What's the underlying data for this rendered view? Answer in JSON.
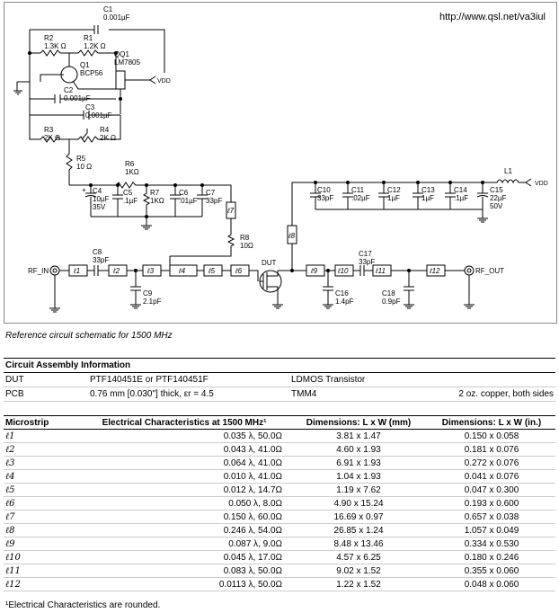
{
  "url": "http://www.qsl.net/va3iul",
  "caption": "Reference circuit schematic for 1500 MHz",
  "schematic": {
    "c1": [
      "C1",
      "0.001µF"
    ],
    "r2": [
      "R2",
      "1.3K Ω"
    ],
    "r1": [
      "R1",
      "1.2K Ω"
    ],
    "qq1": [
      "QQ1",
      "LM7805"
    ],
    "q1": [
      "Q1",
      "BCP56"
    ],
    "c2": [
      "C2",
      "0.001µF"
    ],
    "vdd1": "VDD",
    "c3": [
      "C3",
      "0.001µF"
    ],
    "r3": [
      "R3",
      "2K Ω"
    ],
    "r4": [
      "R4",
      "2K Ω"
    ],
    "r5": [
      "R5",
      "10 Ω"
    ],
    "r6": [
      "R6",
      "1KΩ"
    ],
    "c4": [
      "C4",
      "10µF",
      "35V"
    ],
    "c5": [
      "C5",
      ".1µF"
    ],
    "r7": [
      "R7",
      "1KΩ"
    ],
    "c6": [
      "C6",
      ".01µF"
    ],
    "c7": [
      "C7",
      "33pF"
    ],
    "l7": "ℓ7",
    "r8": [
      "R8",
      "10Ω"
    ],
    "c10": [
      "C10",
      "33pF"
    ],
    "c11": [
      "C11",
      ".02µF"
    ],
    "c12": [
      "C12",
      "1µF"
    ],
    "c13": [
      "C13",
      "1µF"
    ],
    "c14": [
      "C14",
      ".1µF"
    ],
    "c15": [
      "C15",
      "22µF",
      "50V"
    ],
    "l1": "L1",
    "vdd2": "VDD",
    "l8": "ℓ8",
    "rf_in": "RF_IN",
    "rf_out": "RF_OUT",
    "c8": [
      "C8",
      "33pF"
    ],
    "c9": [
      "C9",
      "2.1pF"
    ],
    "dut": "DUT",
    "c17": [
      "C17",
      "33pF"
    ],
    "c16": [
      "C16",
      "1.4pF"
    ],
    "c18": [
      "C18",
      "0.9pF"
    ],
    "lines": [
      "ℓ1",
      "ℓ2",
      "ℓ3",
      "ℓ4",
      "ℓ5",
      "ℓ6",
      "ℓ9",
      "ℓ10",
      "ℓ11",
      "ℓ12"
    ]
  },
  "assembly": {
    "title": "Circuit Assembly Information",
    "rows": [
      [
        "DUT",
        "PTF140451E or PTF140451F",
        "LDMOS Transistor",
        ""
      ],
      [
        "PCB",
        "0.76 mm [0.030\"] thick, εr = 4.5",
        "TMM4",
        "2 oz. copper, both sides"
      ]
    ]
  },
  "microstrip": {
    "headers": [
      "Microstrip",
      "Electrical Characteristics at 1500 MHz¹",
      "Dimensions: L x W (mm)",
      "Dimensions: L x W (in.)"
    ],
    "rows": [
      [
        "ℓ1",
        "0.035 λ, 50.0Ω",
        "3.81 x 1.47",
        "0.150 x 0.058"
      ],
      [
        "ℓ2",
        "0.043 λ, 41.0Ω",
        "4.60 x 1.93",
        "0.181 x 0.076"
      ],
      [
        "ℓ3",
        "0.064 λ, 41.0Ω",
        "6.91 x 1.93",
        "0.272 x 0.076"
      ],
      [
        "ℓ4",
        "0.010 λ, 41.0Ω",
        "1.04 x 1.93",
        "0.041 x 0.076"
      ],
      [
        "ℓ5",
        "0.012 λ, 14.7Ω",
        "1.19 x 7.62",
        "0.047 x 0.300"
      ],
      [
        "ℓ6",
        "0.050 λ, 8.0Ω",
        "4.90 x 15.24",
        "0.193 x 0.600"
      ],
      [
        "ℓ7",
        "0.150 λ, 60.0Ω",
        "16.69 x 0.97",
        "0.657 x 0.038"
      ],
      [
        "ℓ8",
        "0.246 λ, 54.0Ω",
        "26.85 x 1.24",
        "1.057 x 0.049"
      ],
      [
        "ℓ9",
        "0.087 λ, 9.0Ω",
        "8.48 x 13.46",
        "0.334 x 0.530"
      ],
      [
        "ℓ10",
        "0.045 λ, 17.0Ω",
        "4.57 x 6.25",
        "0.180 x 0.246"
      ],
      [
        "ℓ11",
        "0.083 λ, 50.0Ω",
        "9.02 x 1.52",
        "0.355 x 0.060"
      ],
      [
        "ℓ12",
        "0.0113 λ, 50.0Ω",
        "1.22 x 1.52",
        "0.048 x 0.060"
      ]
    ]
  },
  "footnote": "¹Electrical Characteristics are rounded."
}
